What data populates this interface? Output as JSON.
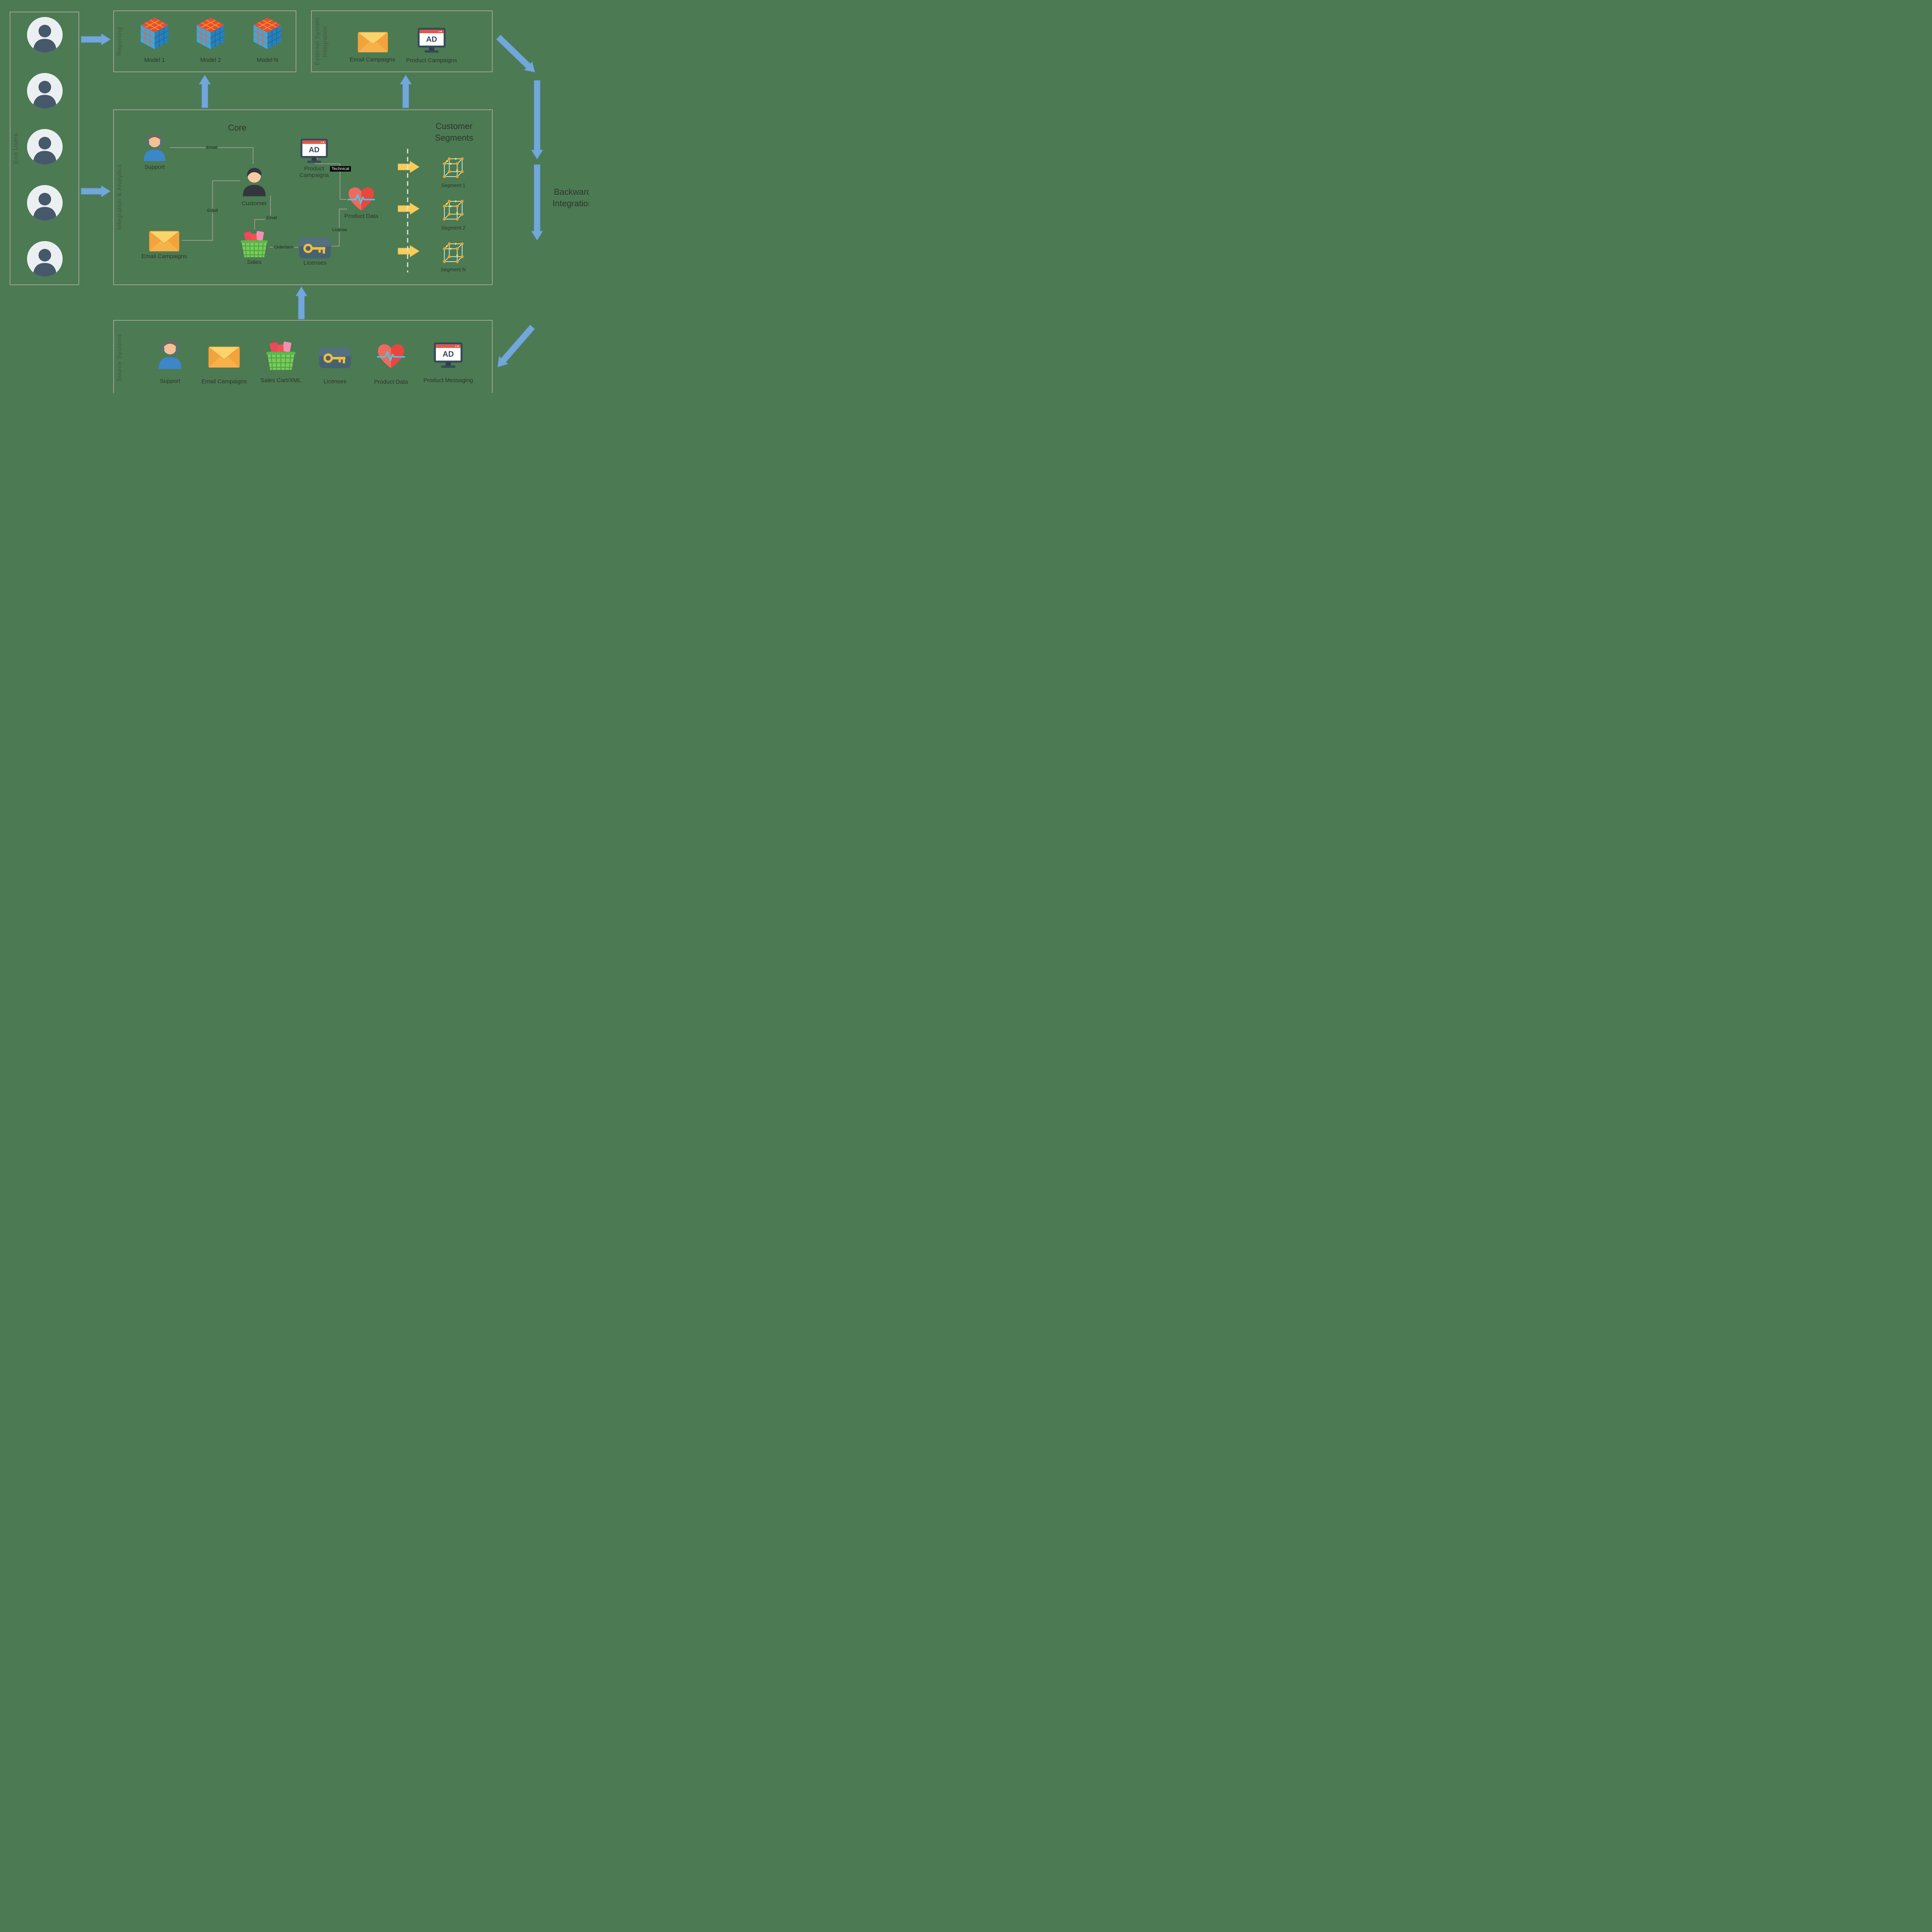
{
  "colors": {
    "background": "#4c7a53",
    "box_border": "#a2a294",
    "blue_arrow": "#72a7da",
    "yellow_arrow": "#f7cd5e",
    "edge_line": "#9a9a8c",
    "label_text": "#2d362b"
  },
  "icons": {
    "ad_label": "AD"
  },
  "end_users": {
    "label": "End Users"
  },
  "reporting": {
    "label": "Reporting",
    "models": [
      {
        "label": "Model 1"
      },
      {
        "label": "Model 2"
      },
      {
        "label": "Model N"
      }
    ]
  },
  "external_integration": {
    "label": "External System Integration",
    "email_campaigns": "Email Campaigns",
    "product_campaigns": "Product Campaigns"
  },
  "core": {
    "label": "Integration & Analytics",
    "title": "Core",
    "segments_title": "Customer Segments",
    "support": "Support",
    "customer": "Customer",
    "product_campaigns": "Product Campaigns",
    "product_data": "Product Data",
    "email_campaigns": "Email Campaigns",
    "sales": "Sales",
    "licenses": "Licenses",
    "edge_labels": {
      "support_customer": "Email",
      "customer_email": "Email",
      "customer_sales": "Email",
      "technical": "Technical",
      "order_item": "OrderItem",
      "license": "License"
    },
    "segments": [
      {
        "label": "Segment 1"
      },
      {
        "label": "Segment 2"
      },
      {
        "label": "Segment N"
      }
    ]
  },
  "source_systems": {
    "label": "Source Systems",
    "items": [
      {
        "label": "Support"
      },
      {
        "label": "Email Campaigns"
      },
      {
        "label": "Sales Cart/XML"
      },
      {
        "label": "Licenses"
      },
      {
        "label": "Product Data"
      },
      {
        "label": "Product Messaging"
      }
    ]
  },
  "backward_integration": {
    "label": "Backward Integration"
  }
}
